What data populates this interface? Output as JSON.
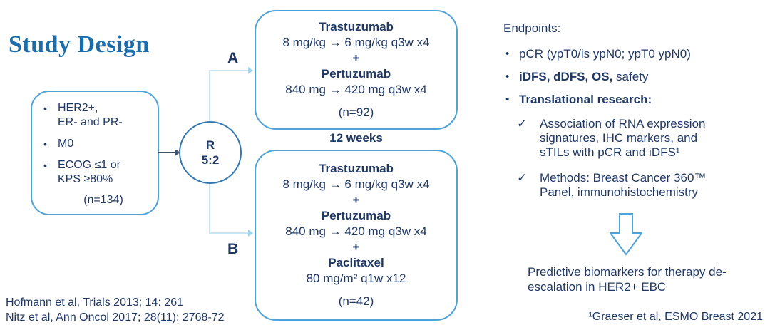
{
  "title": "Study Design",
  "eligibility": {
    "bullets": [
      "HER2+,\nER- and PR-",
      "M0",
      "ECOG ≤1 or\nKPS ≥80%"
    ],
    "n_label": "(n=134)"
  },
  "randomization": {
    "letter": "R",
    "ratio": "5:2"
  },
  "arm_a": {
    "label": "A",
    "lines": [
      {
        "text": "Trastuzumab",
        "bold": true
      },
      {
        "text": "8 mg/kg → 6 mg/kg q3w x4",
        "bold": false
      },
      {
        "text": "+",
        "bold": true
      },
      {
        "text": "Pertuzumab",
        "bold": true
      },
      {
        "text": "840 mg → 420 mg q3w x4",
        "bold": false
      },
      {
        "text": "(n=92)",
        "bold": false
      }
    ]
  },
  "duration_label": "12 weeks",
  "arm_b": {
    "label": "B",
    "lines": [
      {
        "text": "Trastuzumab",
        "bold": true
      },
      {
        "text": "8 mg/kg → 6 mg/kg q3w x4",
        "bold": false
      },
      {
        "text": "+",
        "bold": true
      },
      {
        "text": "Pertuzumab",
        "bold": true
      },
      {
        "text": "840 mg → 420 mg q3w x4",
        "bold": false
      },
      {
        "text": "+",
        "bold": true
      },
      {
        "text": "Paclitaxel",
        "bold": true
      },
      {
        "text": "80 mg/m² q1w x12",
        "bold": false
      },
      {
        "text": "(n=42)",
        "bold": false
      }
    ]
  },
  "endpoints": {
    "heading": "Endpoints:",
    "items": [
      {
        "segments": [
          {
            "text": "pCR (ypT0/is ypN0; ypT0 ypN0)",
            "bold": false
          }
        ]
      },
      {
        "segments": [
          {
            "text": "iDFS, dDFS, OS,",
            "bold": true
          },
          {
            "text": " safety",
            "bold": false
          }
        ]
      },
      {
        "segments": [
          {
            "text": "Translational research:",
            "bold": true
          }
        ]
      }
    ],
    "checks": [
      "Association of RNA expression signatures, IHC markers, and sTILs with pCR and iDFS¹",
      "Methods: Breast Cancer 360™ Panel, immunohistochemistry"
    ]
  },
  "outcome": "Predictive biomarkers for therapy de-escalation in HER2+ EBC",
  "footnote": "¹Graeser et al, ESMO Breast 2021",
  "references": [
    "Hofmann et al, Trials 2013; 14: 261",
    "Nitz et al, Ann Oncol 2017; 28(11): 2768-72"
  ],
  "icons": {
    "bullet": "•",
    "check": "✓",
    "down_arrow": "hollow-down-arrow"
  },
  "colors": {
    "title": "#1B6CA8",
    "text": "#1F3864",
    "box_border": "#4FA3D6",
    "circle_border": "#3279B2",
    "connector": "#C7E7F5"
  }
}
